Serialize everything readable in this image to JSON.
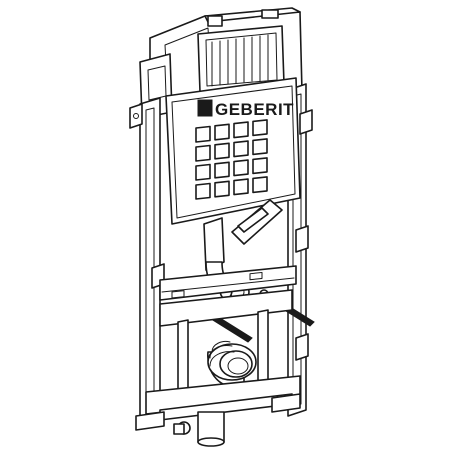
{
  "brand": {
    "name": "GEBERIT"
  },
  "colors": {
    "line": "#1a1a1a",
    "background": "#ffffff"
  },
  "panel": {
    "grid_rows": 4,
    "grid_cols": 4
  }
}
